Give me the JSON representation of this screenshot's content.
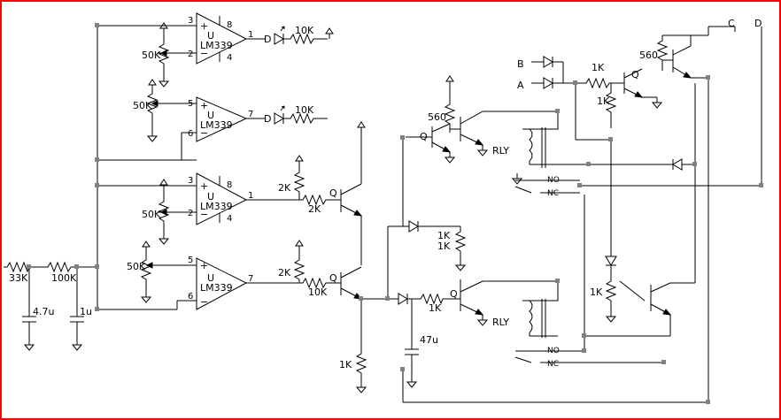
{
  "colors": {
    "wire": "#000000",
    "node": "#808080",
    "frame": "#ff0000",
    "background": "#ffffff"
  },
  "comparators": [
    {
      "u": "U",
      "part": "LM339",
      "plus": "+",
      "minus": "−",
      "pin_plus": "3",
      "pin_minus": "2",
      "pin_out": "1",
      "pin_vcc": "8",
      "pin_gnd": "4"
    },
    {
      "u": "U",
      "part": "LM339",
      "plus": "+",
      "minus": "−",
      "pin_plus": "5",
      "pin_minus": "6",
      "pin_out": "7"
    },
    {
      "u": "U",
      "part": "LM339",
      "plus": "+",
      "minus": "−",
      "pin_plus": "3",
      "pin_minus": "2",
      "pin_out": "1",
      "pin_vcc": "8",
      "pin_gnd": "4"
    },
    {
      "u": "U",
      "part": "LM339",
      "plus": "+",
      "minus": "−",
      "pin_plus": "5",
      "pin_minus": "6",
      "pin_out": "7"
    }
  ],
  "pots": [
    "50K",
    "50K",
    "50K",
    "50K"
  ],
  "led_labels": [
    "D",
    "D"
  ],
  "led_resistors": [
    "10K",
    "10K"
  ],
  "input": {
    "r1": "33K",
    "r2": "100K",
    "c1": "4.7u",
    "c2": "1u"
  },
  "driver_stages": [
    {
      "r_base_pull": "2K",
      "r_series": "2K",
      "q": "Q"
    },
    {
      "r_base_pull": "2K",
      "r_series": "10K",
      "q": "Q"
    }
  ],
  "r_emitter": "1K",
  "relay_section": {
    "top_q_label": "Q",
    "top_r": "560",
    "relay": "RLY",
    "no": "NO",
    "nc": "NC",
    "diode_r1": "1K",
    "diode_r2": "1K",
    "lower_r": "1K",
    "lower_q": "Q",
    "cap": "47u"
  },
  "right_section": {
    "input_b": "B",
    "input_a": "A",
    "r_in": "1K",
    "r_pull": "1K",
    "q": "Q",
    "r_560": "560",
    "out_c": "C",
    "out_d": "D",
    "r_lower": "1K"
  }
}
